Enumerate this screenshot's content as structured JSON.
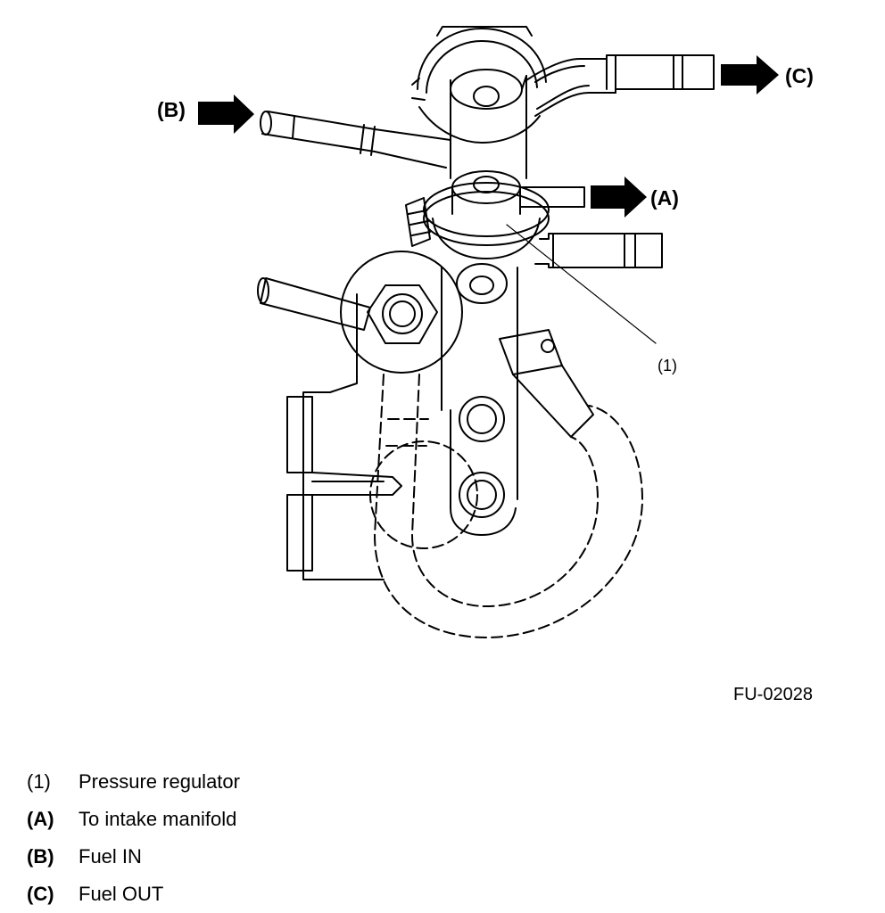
{
  "callouts": {
    "a": "(A)",
    "b": "(B)",
    "c": "(C)",
    "one": "(1)"
  },
  "figure_code": "FU-02028",
  "legend": [
    {
      "key": "(1)",
      "text": "Pressure regulator",
      "bold": false
    },
    {
      "key": "(A)",
      "text": "To intake manifold",
      "bold": true
    },
    {
      "key": "(B)",
      "text": "Fuel IN",
      "bold": true
    },
    {
      "key": "(C)",
      "text": "Fuel OUT",
      "bold": true
    }
  ]
}
